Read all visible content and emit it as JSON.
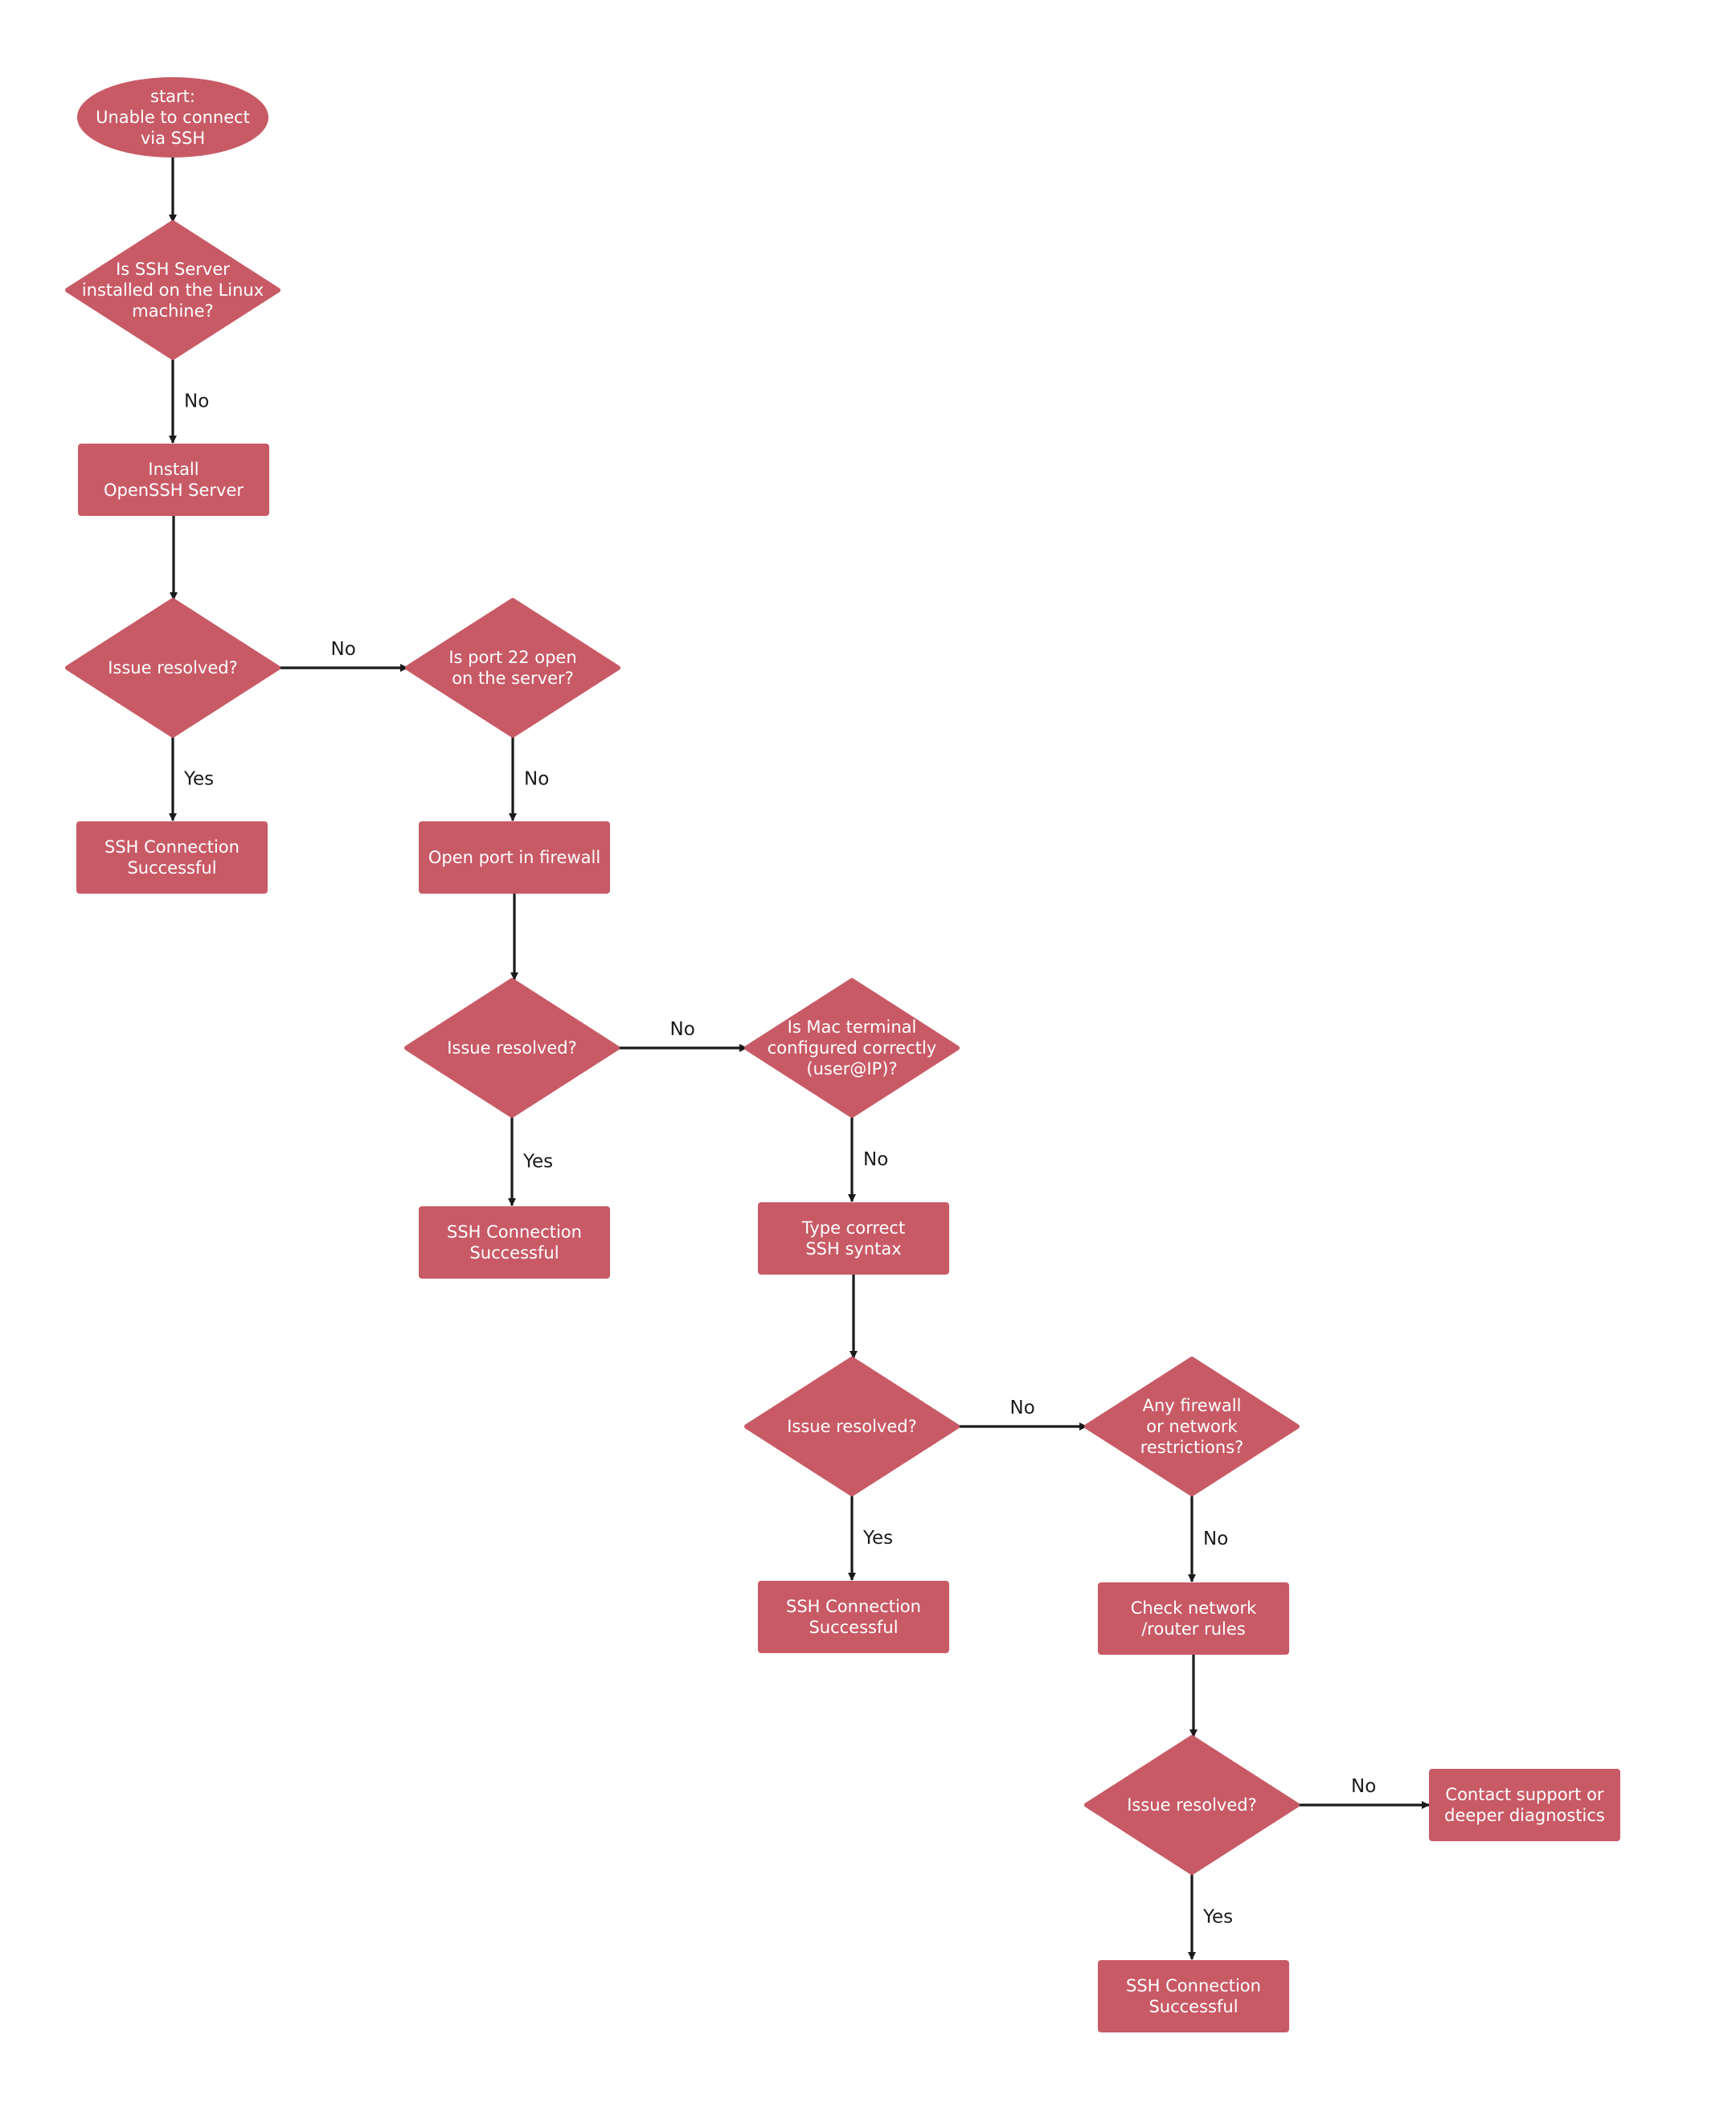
{
  "colors": {
    "node_fill": "#c85a66",
    "node_text": "#ffffff",
    "edge": "#1a1a1a",
    "background": "#ffffff"
  },
  "nodes": {
    "start": {
      "lines": [
        "start:",
        "Unable to connect",
        "via SSH"
      ]
    },
    "q_installed": {
      "lines": [
        "Is SSH Server",
        "installed on the Linux",
        "machine?"
      ]
    },
    "install": {
      "lines": [
        "Install",
        "OpenSSH Server"
      ]
    },
    "resolved1": {
      "lines": [
        "Issue resolved?"
      ]
    },
    "success1": {
      "lines": [
        "SSH Connection",
        "Successful"
      ]
    },
    "q_port": {
      "lines": [
        "Is port 22 open",
        "on the server?"
      ]
    },
    "open_port": {
      "lines": [
        "Open port in firewall"
      ]
    },
    "resolved2": {
      "lines": [
        "Issue resolved?"
      ]
    },
    "success2": {
      "lines": [
        "SSH Connection",
        "Successful"
      ]
    },
    "q_mac": {
      "lines": [
        "Is Mac terminal",
        "configured correctly",
        "(user@IP)?"
      ]
    },
    "syntax": {
      "lines": [
        "Type correct",
        "SSH syntax"
      ]
    },
    "resolved3": {
      "lines": [
        "Issue resolved?"
      ]
    },
    "success3": {
      "lines": [
        "SSH Connection",
        "Successful"
      ]
    },
    "q_firewall": {
      "lines": [
        "Any firewall",
        "or network",
        "restrictions?"
      ]
    },
    "check_network": {
      "lines": [
        "Check network",
        "/router rules"
      ]
    },
    "resolved4": {
      "lines": [
        "Issue resolved?"
      ]
    },
    "success4": {
      "lines": [
        "SSH Connection",
        "Successful"
      ]
    },
    "contact": {
      "lines": [
        "Contact support or",
        "deeper diagnostics"
      ]
    }
  },
  "edges": [
    {
      "from": "start",
      "to": "q_installed",
      "label": ""
    },
    {
      "from": "q_installed",
      "to": "install",
      "label": "No"
    },
    {
      "from": "install",
      "to": "resolved1",
      "label": ""
    },
    {
      "from": "resolved1",
      "to": "q_port",
      "label": "No"
    },
    {
      "from": "resolved1",
      "to": "success1",
      "label": "Yes"
    },
    {
      "from": "q_port",
      "to": "open_port",
      "label": "No"
    },
    {
      "from": "open_port",
      "to": "resolved2",
      "label": ""
    },
    {
      "from": "resolved2",
      "to": "q_mac",
      "label": "No"
    },
    {
      "from": "resolved2",
      "to": "success2",
      "label": "Yes"
    },
    {
      "from": "q_mac",
      "to": "syntax",
      "label": "No"
    },
    {
      "from": "syntax",
      "to": "resolved3",
      "label": ""
    },
    {
      "from": "resolved3",
      "to": "q_firewall",
      "label": "No"
    },
    {
      "from": "resolved3",
      "to": "success3",
      "label": "Yes"
    },
    {
      "from": "q_firewall",
      "to": "check_network",
      "label": "No"
    },
    {
      "from": "check_network",
      "to": "resolved4",
      "label": ""
    },
    {
      "from": "resolved4",
      "to": "contact",
      "label": "No"
    },
    {
      "from": "resolved4",
      "to": "success4",
      "label": "Yes"
    }
  ]
}
